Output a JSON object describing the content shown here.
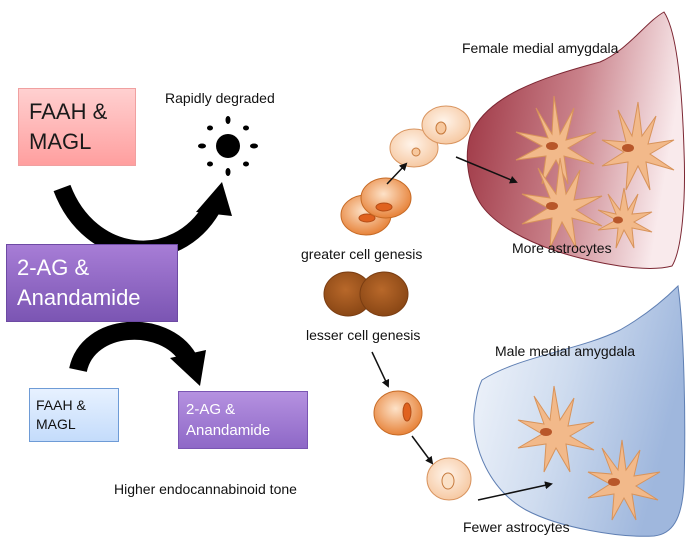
{
  "left_panel": {
    "faah_magl_top": {
      "line1": "FAAH &",
      "line2": "MAGL"
    },
    "ag_anandamide_main": {
      "line1": "2-AG &",
      "line2": "Anandamide"
    },
    "faah_magl_small": {
      "line1": "FAAH &",
      "line2": "MAGL"
    },
    "ag_anandamide_small": {
      "line1": "2-AG &",
      "line2": "Anandamide"
    },
    "rapidly_degraded": "Rapidly degraded",
    "tone_label": "Higher endocannabinoid tone"
  },
  "center_panel": {
    "greater_genesis": "greater cell genesis",
    "lesser_genesis": "lesser cell genesis"
  },
  "right_panel": {
    "female_title": "Female medial amygdala",
    "female_result": "More  astrocytes",
    "male_title": "Male medial amygdala",
    "male_result": "Fewer astrocytes"
  },
  "colors": {
    "faah_box_fill": "#ff9f9f",
    "ag_box_fill": "#7b55b3",
    "faah_small_fill": "#c4dcfb",
    "female_region": "#a83a48",
    "male_region": "#c5d3ea",
    "cell_orange": "#e88a3c",
    "dividing_cell": "#a55a1e",
    "astrocyte": "#f2b98a"
  }
}
